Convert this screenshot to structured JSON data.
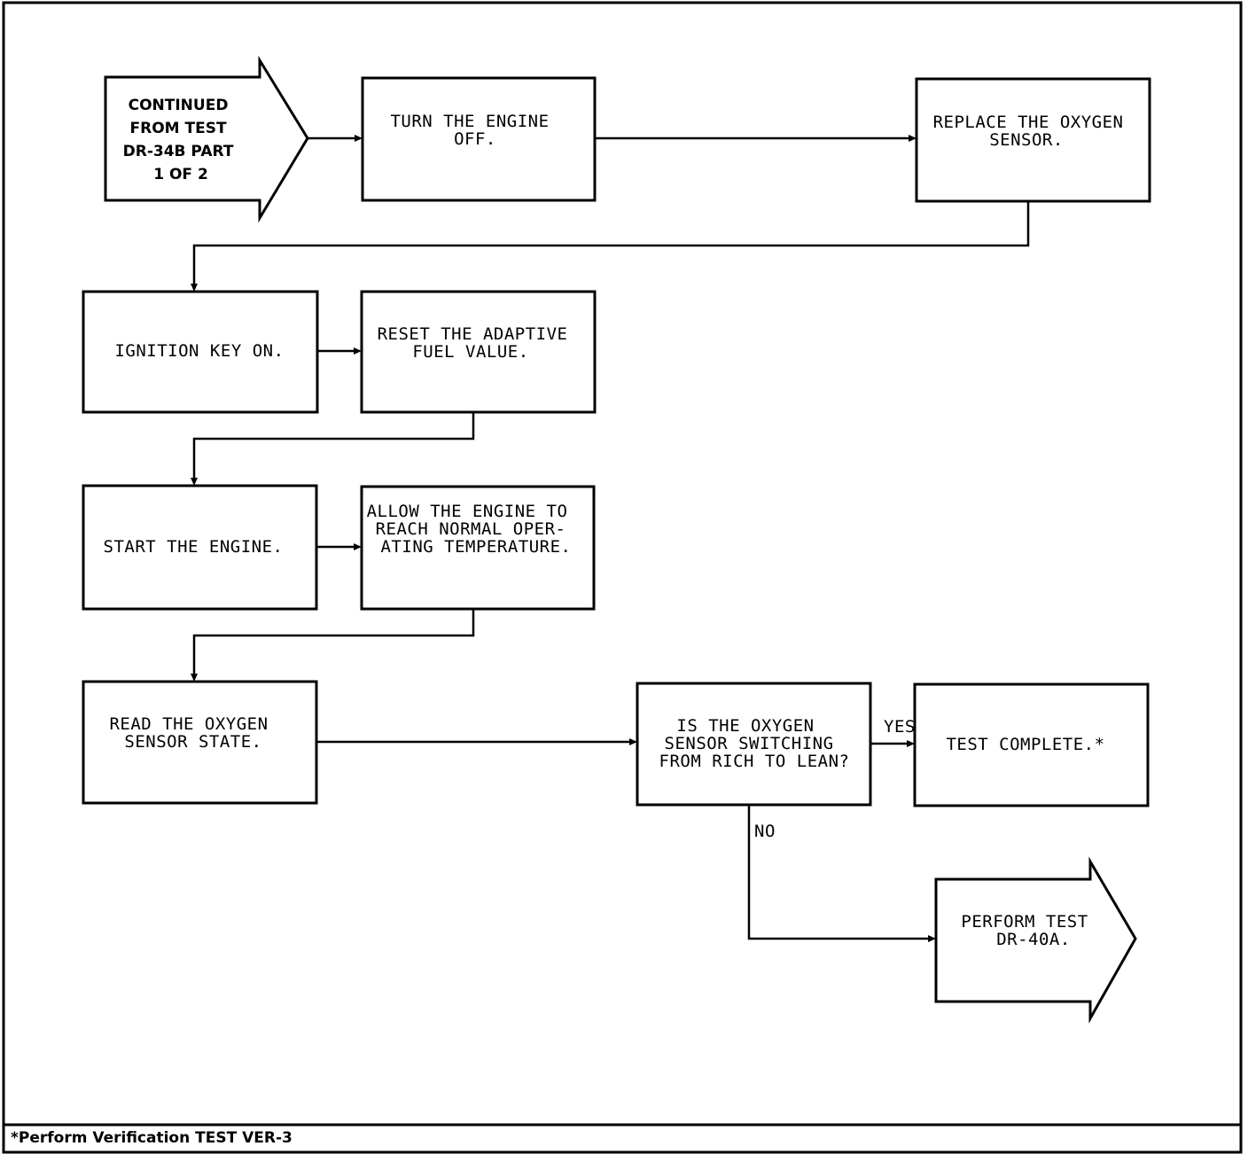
{
  "diagram": {
    "nodes": {
      "start": {
        "lines": [
          "CONTINUED",
          "FROM TEST",
          "DR-34B PART",
          "1 OF 2"
        ]
      },
      "turn_off": {
        "lines": [
          "TURN THE ENGINE",
          "OFF."
        ]
      },
      "replace_sensor": {
        "lines": [
          "REPLACE THE OXYGEN",
          "SENSOR."
        ]
      },
      "ignition_on": {
        "lines": [
          "IGNITION KEY ON."
        ]
      },
      "reset_fuel": {
        "lines": [
          "RESET THE ADAPTIVE",
          "FUEL VALUE."
        ]
      },
      "start_engine": {
        "lines": [
          "START THE ENGINE."
        ]
      },
      "warm_up": {
        "lines": [
          "ALLOW THE ENGINE TO",
          "REACH NORMAL OPER-",
          "ATING TEMPERATURE."
        ]
      },
      "read_sensor": {
        "lines": [
          "READ THE OXYGEN",
          "SENSOR STATE."
        ]
      },
      "decision": {
        "lines": [
          "IS THE OXYGEN",
          "SENSOR SWITCHING",
          "FROM RICH TO LEAN?"
        ]
      },
      "complete": {
        "lines": [
          "TEST COMPLETE.*"
        ]
      },
      "perform_next": {
        "lines": [
          "PERFORM TEST",
          "DR-40A."
        ]
      }
    },
    "edge_labels": {
      "yes": "YES",
      "no": "NO"
    }
  },
  "footer": {
    "note": "*Perform Verification TEST VER-3"
  }
}
